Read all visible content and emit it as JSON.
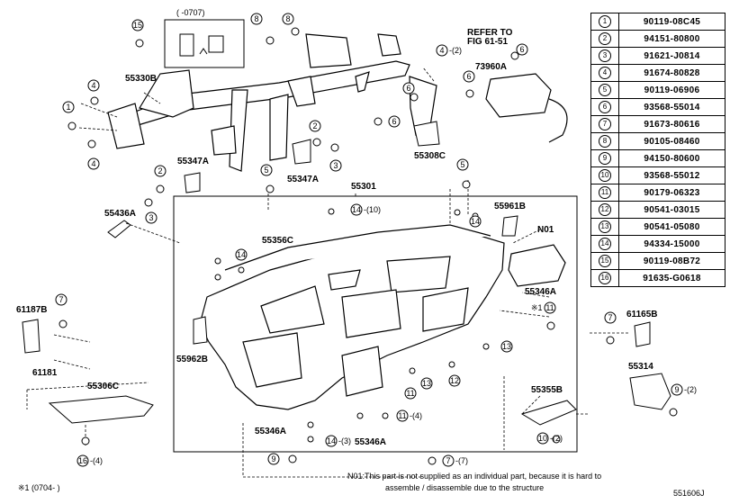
{
  "parts_table": [
    {
      "num": "1",
      "part": "90119-08C45"
    },
    {
      "num": "2",
      "part": "94151-80800"
    },
    {
      "num": "3",
      "part": "91621-J0814"
    },
    {
      "num": "4",
      "part": "91674-80828"
    },
    {
      "num": "5",
      "part": "90119-06906"
    },
    {
      "num": "6",
      "part": "93568-55014"
    },
    {
      "num": "7",
      "part": "91673-80616"
    },
    {
      "num": "8",
      "part": "90105-08460"
    },
    {
      "num": "9",
      "part": "94150-80600"
    },
    {
      "num": "10",
      "part": "93568-55012"
    },
    {
      "num": "11",
      "part": "90179-06323"
    },
    {
      "num": "12",
      "part": "90541-03015"
    },
    {
      "num": "13",
      "part": "90541-05080"
    },
    {
      "num": "14",
      "part": "94334-15000"
    },
    {
      "num": "15",
      "part": "90119-08B72"
    },
    {
      "num": "16",
      "part": "91635-G0618"
    }
  ],
  "labels": {
    "l55330B": "55330B",
    "l55347A_1": "55347A",
    "l55347A_2": "55347A",
    "l55436A": "55436A",
    "l55301": "55301",
    "l55356C": "55356C",
    "l55961B": "55961B",
    "lN01": "N01",
    "l55346A_1": "55346A",
    "l55346A_2": "55346A",
    "l55346A_3": "55346A",
    "l55962B": "55962B",
    "l61187B": "61187B",
    "l61181": "61181",
    "l55306C": "55306C",
    "l55308C": "55308C",
    "l73960A": "73960A",
    "l61165B": "61165B",
    "l55314": "55314",
    "l55355B": "55355B",
    "refer1": "REFER TO",
    "refer2": "FIG 61-51",
    "inset": "(    -0707)",
    "star11": "※1",
    "q14_10": "-(10)",
    "q14_3": "-(3)",
    "q11_4": "-(4)",
    "q4_2": "-(2)",
    "q9_2": "-(2)",
    "q10_2": "-(2)",
    "q7_7": "-(7)",
    "q16_4": "-(4)"
  },
  "notes": {
    "n01_line1": "N01:This part is not supplied as an individual part, because it is hard to",
    "n01_line2": "assemble / disassemble due to the structure",
    "footnote": "※1  (0704-      )",
    "figure_id": "551606J"
  }
}
